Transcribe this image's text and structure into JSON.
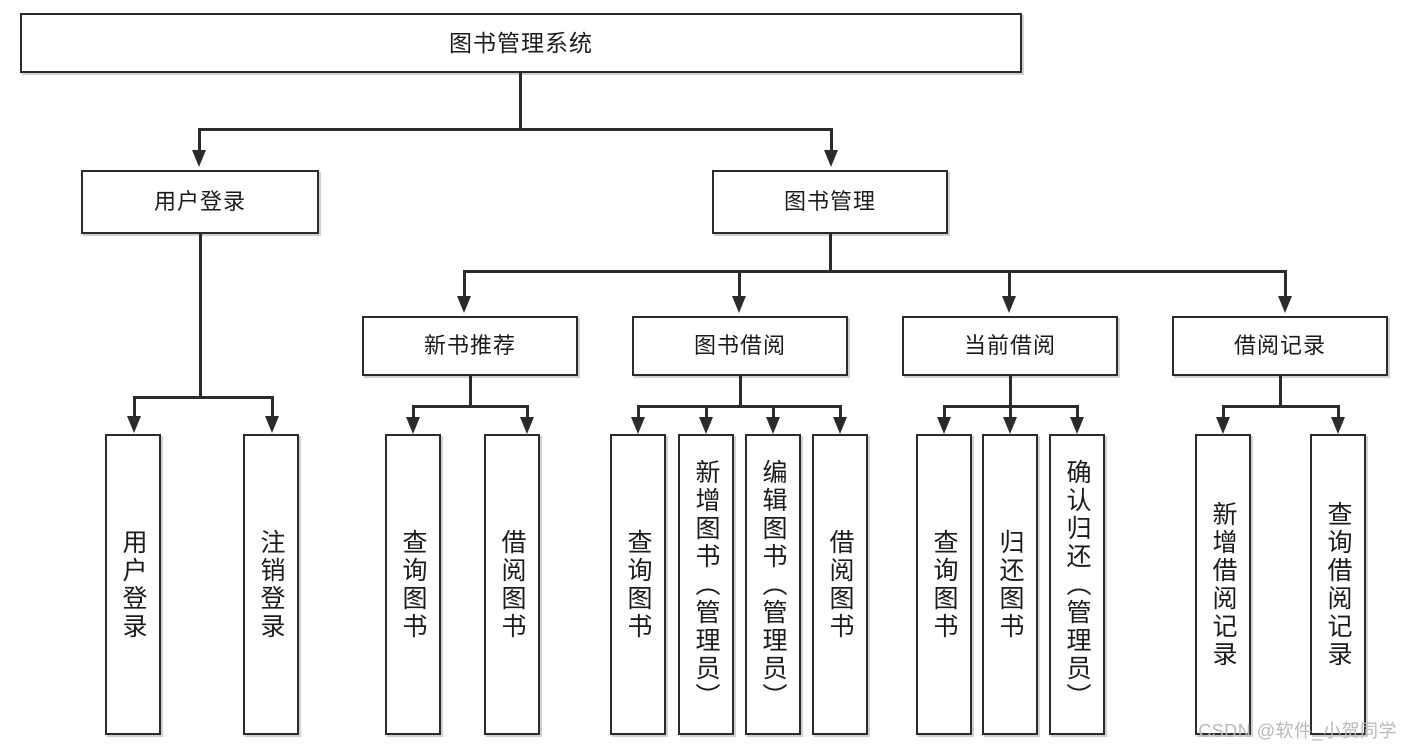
{
  "diagram": {
    "title": "图书管理系统",
    "type": "tree-hierarchy-chart",
    "watermark": "CSDN @软件_小贺同学",
    "colors": {
      "stroke": "#2b2b2b",
      "fill": "#ffffff",
      "text": "#1b1b1b",
      "watermark": "#b9b9b9"
    },
    "root": {
      "label": "图书管理系统"
    },
    "level2": [
      {
        "label": "用户登录"
      },
      {
        "label": "图书管理"
      }
    ],
    "level3": [
      {
        "label": "新书推荐"
      },
      {
        "label": "图书借阅"
      },
      {
        "label": "当前借阅"
      },
      {
        "label": "借阅记录"
      }
    ],
    "leaves": {
      "user_login": [
        {
          "label": "用户登录"
        },
        {
          "label": "注销登录"
        }
      ],
      "new_book_recommend": [
        {
          "label": "查询图书"
        },
        {
          "label": "借阅图书"
        }
      ],
      "book_borrow": [
        {
          "label": "查询图书"
        },
        {
          "label": "新增图书（管理员）"
        },
        {
          "label": "编辑图书（管理员）"
        },
        {
          "label": "借阅图书"
        }
      ],
      "current_borrow": [
        {
          "label": "查询图书"
        },
        {
          "label": "归还图书"
        },
        {
          "label": "确认归还（管理员）"
        }
      ],
      "borrow_record": [
        {
          "label": "新增借阅记录"
        },
        {
          "label": "查询借阅记录"
        }
      ]
    }
  }
}
